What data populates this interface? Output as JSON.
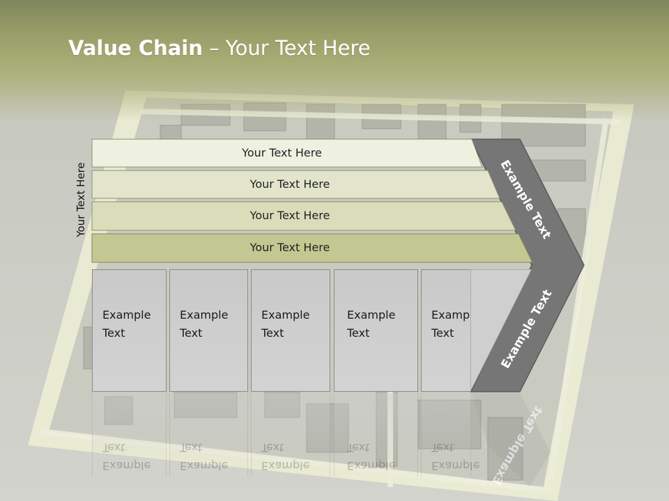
{
  "title": {
    "bold": "Value Chain",
    "rest": " – Your Text Here"
  },
  "side_label": "Your Text Here",
  "bars": [
    {
      "label": "Your Text Here"
    },
    {
      "label": "Your Text Here"
    },
    {
      "label": "Your Text Here"
    },
    {
      "label": "Your Text Here"
    }
  ],
  "boxes": [
    {
      "label": "Example Text",
      "line1": "Example",
      "line2": "Text"
    },
    {
      "label": "Example Text",
      "line1": "Example",
      "line2": "Text"
    },
    {
      "label": "Example Text",
      "line1": "Example",
      "line2": "Text"
    },
    {
      "label": "Example Text",
      "line1": "Example",
      "line2": "Text"
    },
    {
      "label": "Example Text",
      "line1": "Example",
      "line2": "Text"
    }
  ],
  "chevron": {
    "top_label": "Example Text",
    "bottom_label": "Example Text"
  },
  "colors": {
    "bar_light": "#eef1e0",
    "bar_mid": "#dfe3c5",
    "bar_dark": "#c3c892",
    "chevron": "#767676",
    "box": "#d0d0d0"
  }
}
